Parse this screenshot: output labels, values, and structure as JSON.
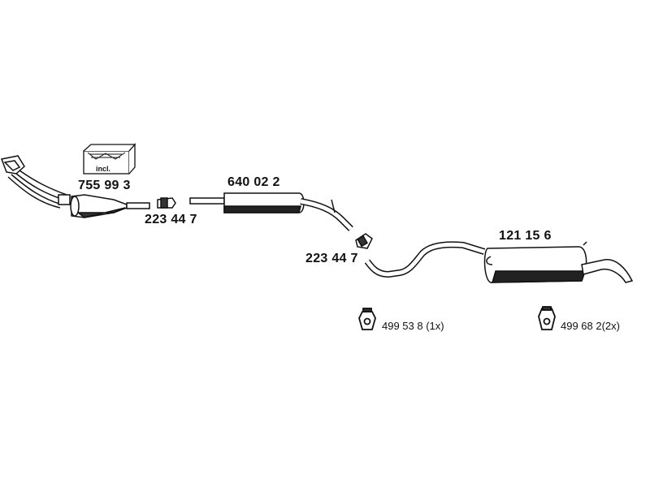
{
  "parts": {
    "front_pipe": {
      "name": "exhaust-manifold-front-pipe"
    },
    "catalyst": {
      "number": "755 99 3",
      "badge": "incl."
    },
    "clamp_1": {
      "number": "223 44 7"
    },
    "middle_silencer": {
      "number": "640 02 2"
    },
    "clamp_2": {
      "number": "223 44 7"
    },
    "rear_silencer": {
      "number": "121 15 6"
    },
    "rubber_mount_1": {
      "number": "499 53 8 (1x)"
    },
    "rubber_mount_2": {
      "number": "499 68 2(2x)"
    }
  },
  "colors": {
    "line": "#111111",
    "fill": "#ffffff",
    "shade": "#333333"
  }
}
